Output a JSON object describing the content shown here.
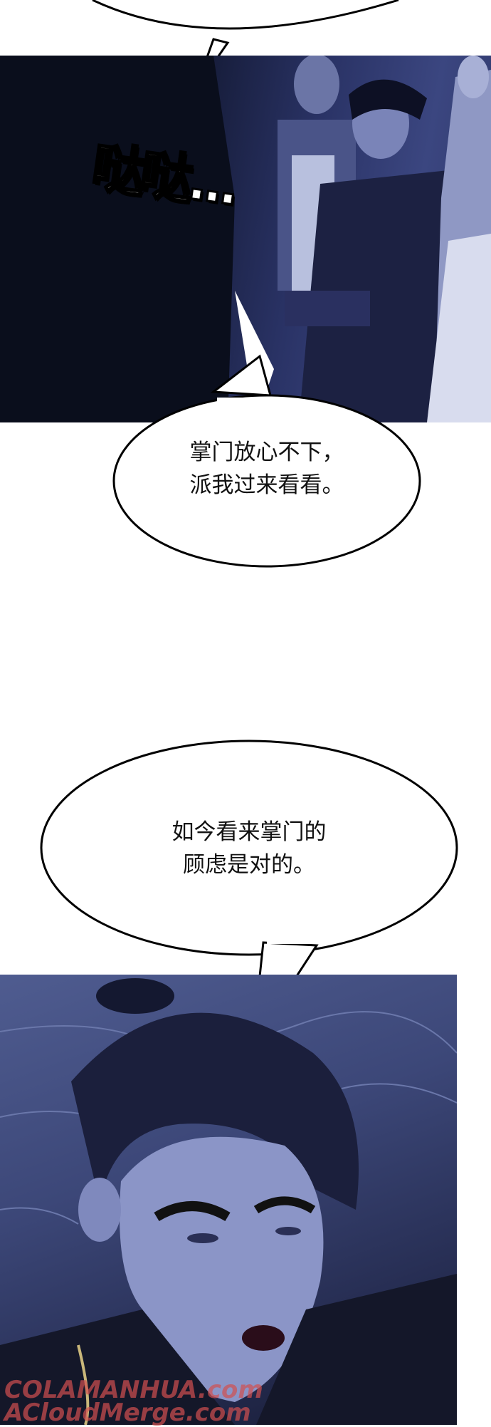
{
  "sound_effect": "哒哒...",
  "bubbles": [
    {
      "line1": "掌门放心不下，",
      "line2": "派我过来看看。"
    },
    {
      "line1": "如今看来掌门的",
      "line2": "顾虑是对的。"
    }
  ],
  "watermark": {
    "line1": "COLAMANHUA.com",
    "line2": "ACloudMerge.com"
  }
}
